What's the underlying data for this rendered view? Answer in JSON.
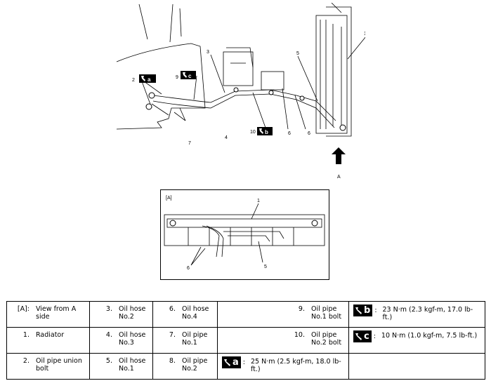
{
  "main_diagram": {
    "callouts": [
      "1",
      "2",
      "3",
      "4",
      "5",
      "6",
      "6",
      "7",
      "9",
      "10"
    ],
    "view_label": "A",
    "torque_codes": [
      "a",
      "c",
      "b"
    ]
  },
  "detail_view": {
    "label": "[A]",
    "callouts": [
      "1",
      "6",
      "5"
    ]
  },
  "legend": {
    "rows": [
      [
        {
          "num": "[A]:",
          "label": "View from A side"
        },
        {
          "num": "3.",
          "label": "Oil hose No.2"
        },
        {
          "num": "6.",
          "label": "Oil hose No.4"
        },
        {
          "num": "9.",
          "label": "Oil pipe No.1 bolt"
        },
        {
          "code": "b",
          "value": "23 N·m (2.3 kgf-m, 17.0 lb-ft.)"
        }
      ],
      [
        {
          "num": "1.",
          "label": "Radiator"
        },
        {
          "num": "4.",
          "label": "Oil hose No.3"
        },
        {
          "num": "7.",
          "label": "Oil pipe No.1"
        },
        {
          "num": "10.",
          "label": "Oil pipe No.2 bolt"
        },
        {
          "code": "c",
          "value": "10 N·m (1.0 kgf-m, 7.5 lb-ft.)"
        }
      ],
      [
        {
          "num": "2.",
          "label": "Oil pipe union bolt"
        },
        {
          "num": "5.",
          "label": "Oil hose No.1"
        },
        {
          "num": "8.",
          "label": "Oil pipe No.2"
        },
        {
          "code": "a",
          "value": "25 N·m (2.5 kgf-m, 18.0 lb-ft.)"
        },
        {}
      ]
    ]
  }
}
